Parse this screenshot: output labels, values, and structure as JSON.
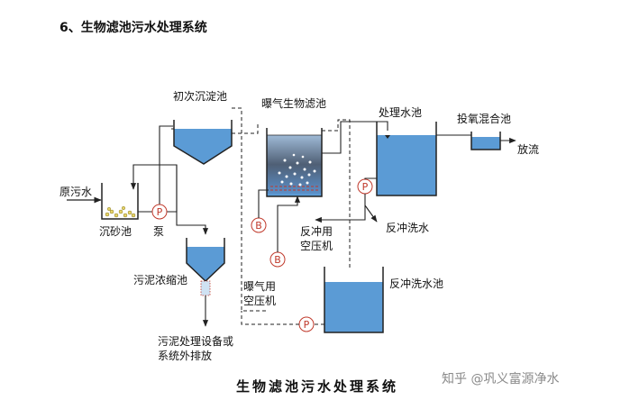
{
  "heading": "6、生物滤池污水处理系统",
  "caption": "生物滤池污水处理系统",
  "watermark": "知乎 @巩义富源净水",
  "labels": {
    "raw_water": "原污水",
    "grit_chamber": "沉砂池",
    "pump": "泵",
    "primary_clarifier": "初次沉淀池",
    "sludge_thickener": "污泥浓缩池",
    "sludge_disposal_line1": "污泥处理设备或",
    "sludge_disposal_line2": "系统外排放",
    "aerated_biofilter": "曝气生物滤池",
    "backwash_compressor_line1": "反冲用",
    "backwash_compressor_line2": "空压机",
    "aeration_compressor_line1": "曝气用",
    "aeration_compressor_line2": "空压机",
    "treated_water_tank": "处理水池",
    "oxygen_mixing_tank": "投氧混合池",
    "discharge": "放流",
    "backwash_water": "反冲洗水",
    "backwash_water_tank": "反冲洗水池"
  },
  "symbols": {
    "pump": "P",
    "blower": "B"
  },
  "colors": {
    "water": "#5b9bd5",
    "water_light": "#a9c8e8",
    "line": "#333333"
  }
}
